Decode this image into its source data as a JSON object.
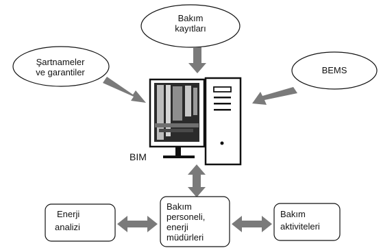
{
  "nodes": {
    "maintenance_records": {
      "line1": "Bakım",
      "line2": "kayıtları"
    },
    "specs_warranties": {
      "line1": "Şartnameler",
      "line2": "ve garantiler"
    },
    "bems": {
      "label": "BEMS"
    },
    "bim": {
      "label": "BIM"
    },
    "energy_analysis": {
      "line1": "Enerji",
      "line2": "analizi"
    },
    "personnel": {
      "line1": "Bakım",
      "line2": "personeli,",
      "line3": "enerji",
      "line4": "müdürleri"
    },
    "activities": {
      "line1": "Bakım",
      "line2": "aktiviteleri"
    }
  },
  "colors": {
    "arrow": "#7a7a7a",
    "outline": "#111111",
    "screen_dark": "#2b2b2b"
  },
  "icons": {
    "computer": "computer-icon"
  }
}
